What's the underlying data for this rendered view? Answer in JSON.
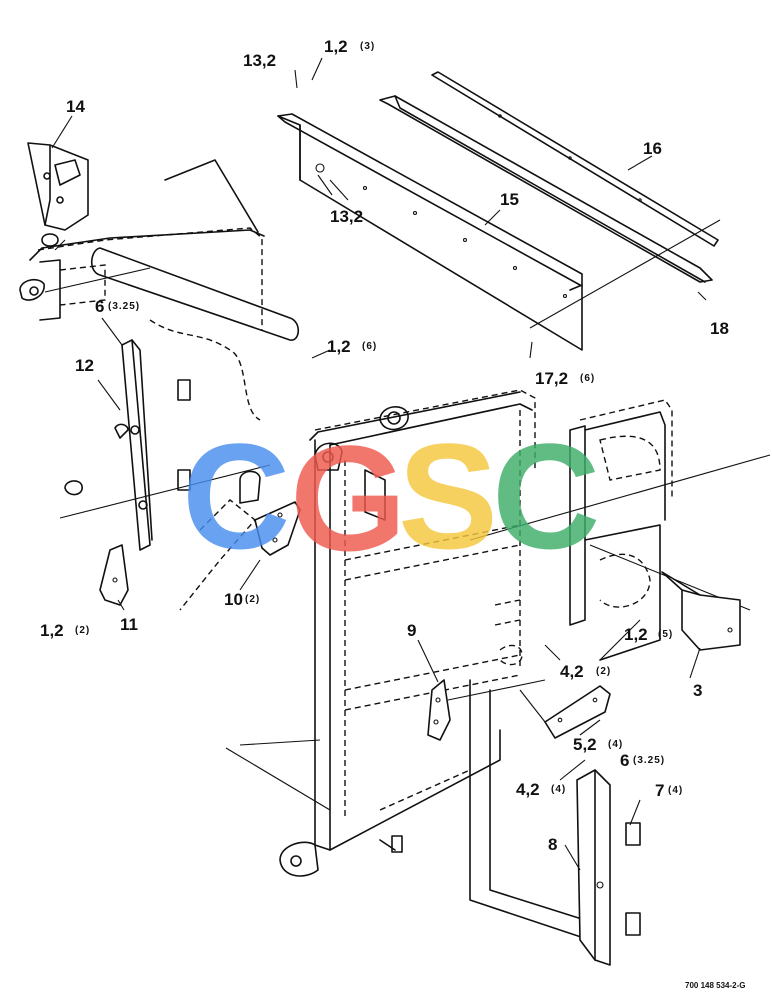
{
  "callouts": [
    {
      "key": "c14",
      "num": "14",
      "qty": ""
    },
    {
      "key": "c13a",
      "num": "13,2",
      "qty": ""
    },
    {
      "key": "c12a",
      "num": "1,2",
      "qty": "(3)"
    },
    {
      "key": "c16",
      "num": "16",
      "qty": ""
    },
    {
      "key": "c15",
      "num": "15",
      "qty": ""
    },
    {
      "key": "c13b",
      "num": "13,2",
      "qty": ""
    },
    {
      "key": "c18",
      "num": "18",
      "qty": ""
    },
    {
      "key": "c6a",
      "num": "6",
      "qty": "(3.25)"
    },
    {
      "key": "c12",
      "num": "12",
      "qty": ""
    },
    {
      "key": "c12b",
      "num": "1,2",
      "qty": "(6)"
    },
    {
      "key": "c17",
      "num": "17,2",
      "qty": "(6)"
    },
    {
      "key": "c12c",
      "num": "1,2",
      "qty": "(2)"
    },
    {
      "key": "c11",
      "num": "11",
      "qty": ""
    },
    {
      "key": "c10",
      "num": "10",
      "qty": "(2)"
    },
    {
      "key": "c9",
      "num": "9",
      "qty": ""
    },
    {
      "key": "c12d",
      "num": "1,2",
      "qty": "(5)"
    },
    {
      "key": "c42a",
      "num": "4,2",
      "qty": "(2)"
    },
    {
      "key": "c3",
      "num": "3",
      "qty": ""
    },
    {
      "key": "c52",
      "num": "5,2",
      "qty": "(4)"
    },
    {
      "key": "c42b",
      "num": "4,2",
      "qty": "(4)"
    },
    {
      "key": "c6b",
      "num": "6",
      "qty": "(3.25)"
    },
    {
      "key": "c7",
      "num": "7",
      "qty": "(4)"
    },
    {
      "key": "c8",
      "num": "8",
      "qty": ""
    }
  ],
  "watermark": {
    "letters": [
      "C",
      "G",
      "S",
      "C"
    ],
    "colors": [
      "#4a8ef0",
      "#ef5a4e",
      "#f6c73d",
      "#3fae6a"
    ]
  },
  "figure_number": "700 148 534-2-G"
}
